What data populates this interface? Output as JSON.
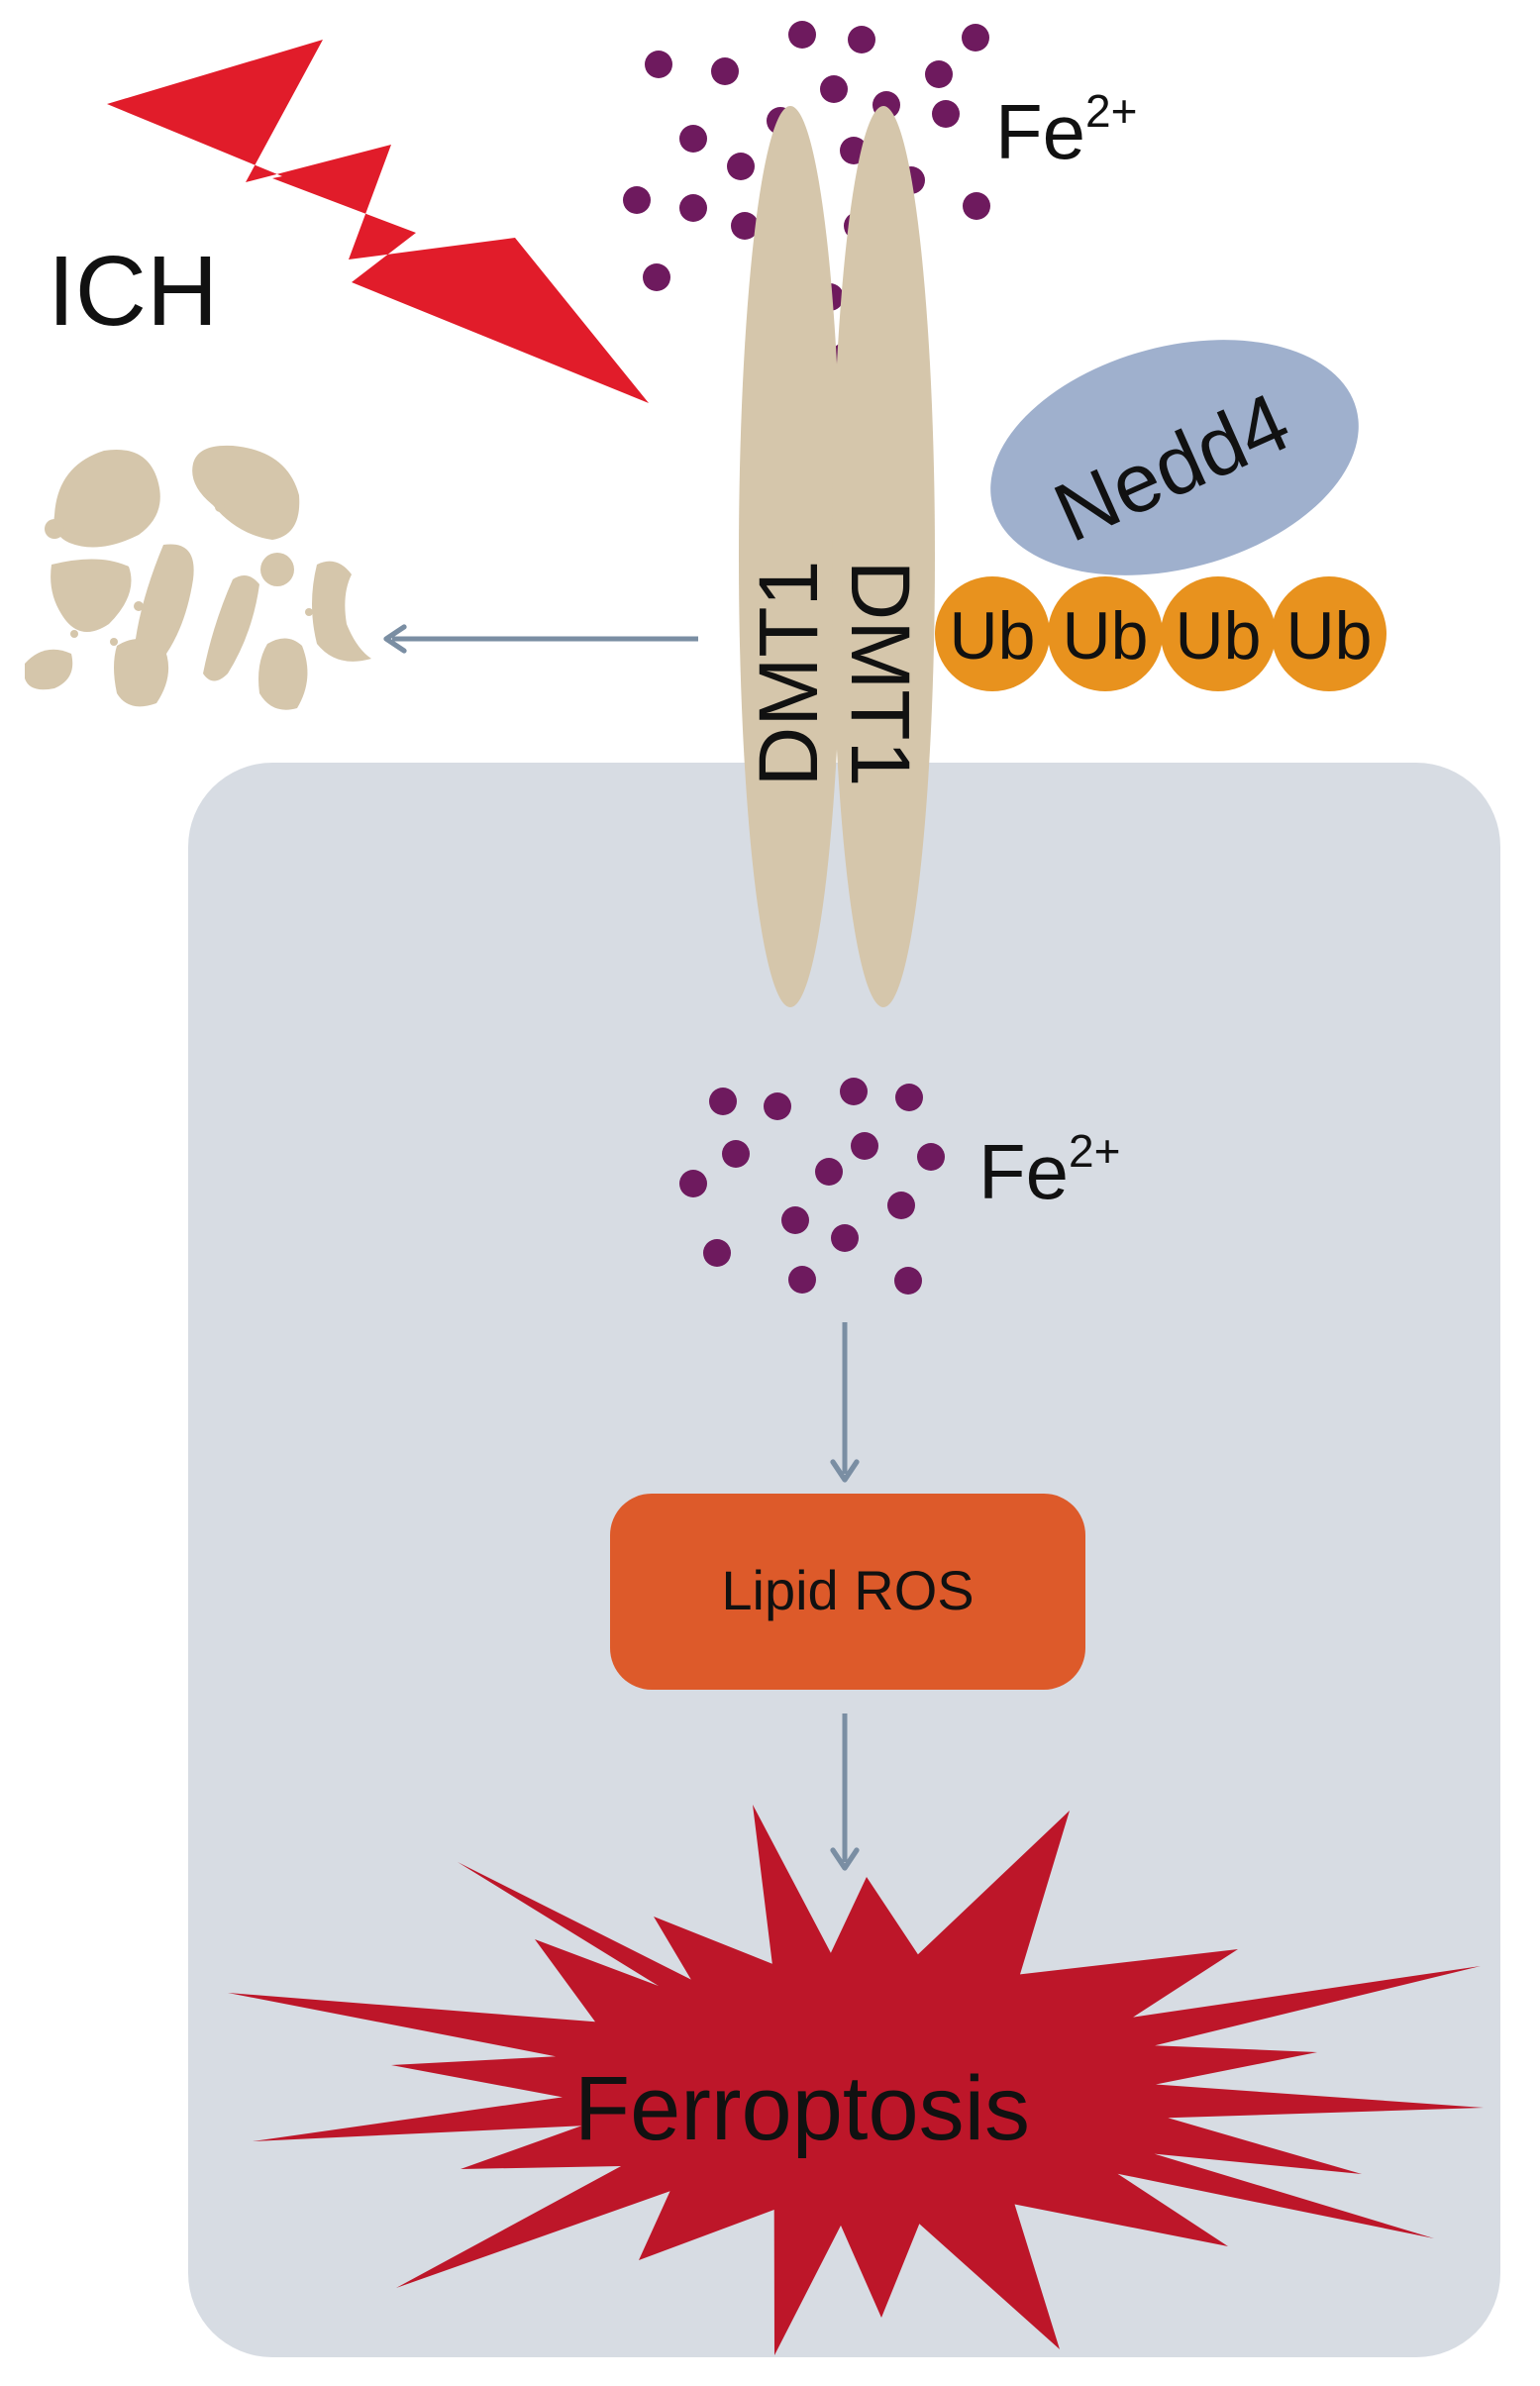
{
  "labels": {
    "trigger": "ICH",
    "iron_outside": "Fe",
    "iron_outside_charge": "2+",
    "iron_inside": "Fe",
    "iron_inside_charge": "2+",
    "transporter_left": "DMT1",
    "transporter_right": "DMT1",
    "ligase": "Nedd4",
    "ubiquitin": [
      "Ub",
      "Ub",
      "Ub",
      "Ub"
    ],
    "lipid_box": "Lipid ROS",
    "outcome": "Ferroptosis"
  },
  "colors": {
    "bolt": "#e11c2a",
    "iron_dot": "#6e1a5e",
    "transporter": "#d5c6ab",
    "debris": "#d5c6ab",
    "ligase": "#9fb0cd",
    "ubiquitin": "#e8921e",
    "cell": "#d7dce3",
    "arrow": "#7a8ea3",
    "lipid_box": "#dd5a2a",
    "burst": "#bd1629"
  }
}
